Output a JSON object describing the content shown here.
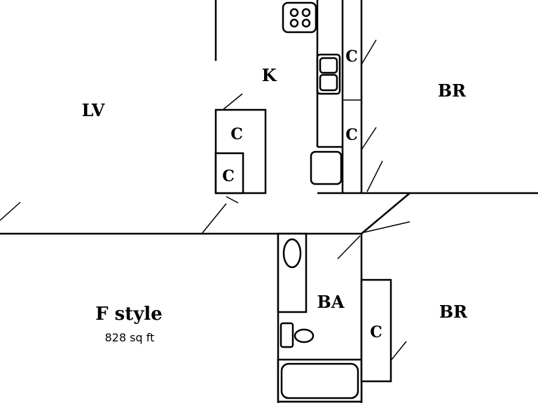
{
  "plan": {
    "title": "F style",
    "area": "828 sq ft",
    "rooms": {
      "living": "LV",
      "kitchen": "K",
      "bedroom_top": "BR",
      "bedroom_bottom": "BR",
      "bath": "BA"
    },
    "closets": {
      "kitchen_pantry_large": "C",
      "kitchen_pantry_small": "C",
      "kitchen_counter_upper": "C",
      "kitchen_counter_lower": "C",
      "bedroom_closet": "C"
    }
  }
}
